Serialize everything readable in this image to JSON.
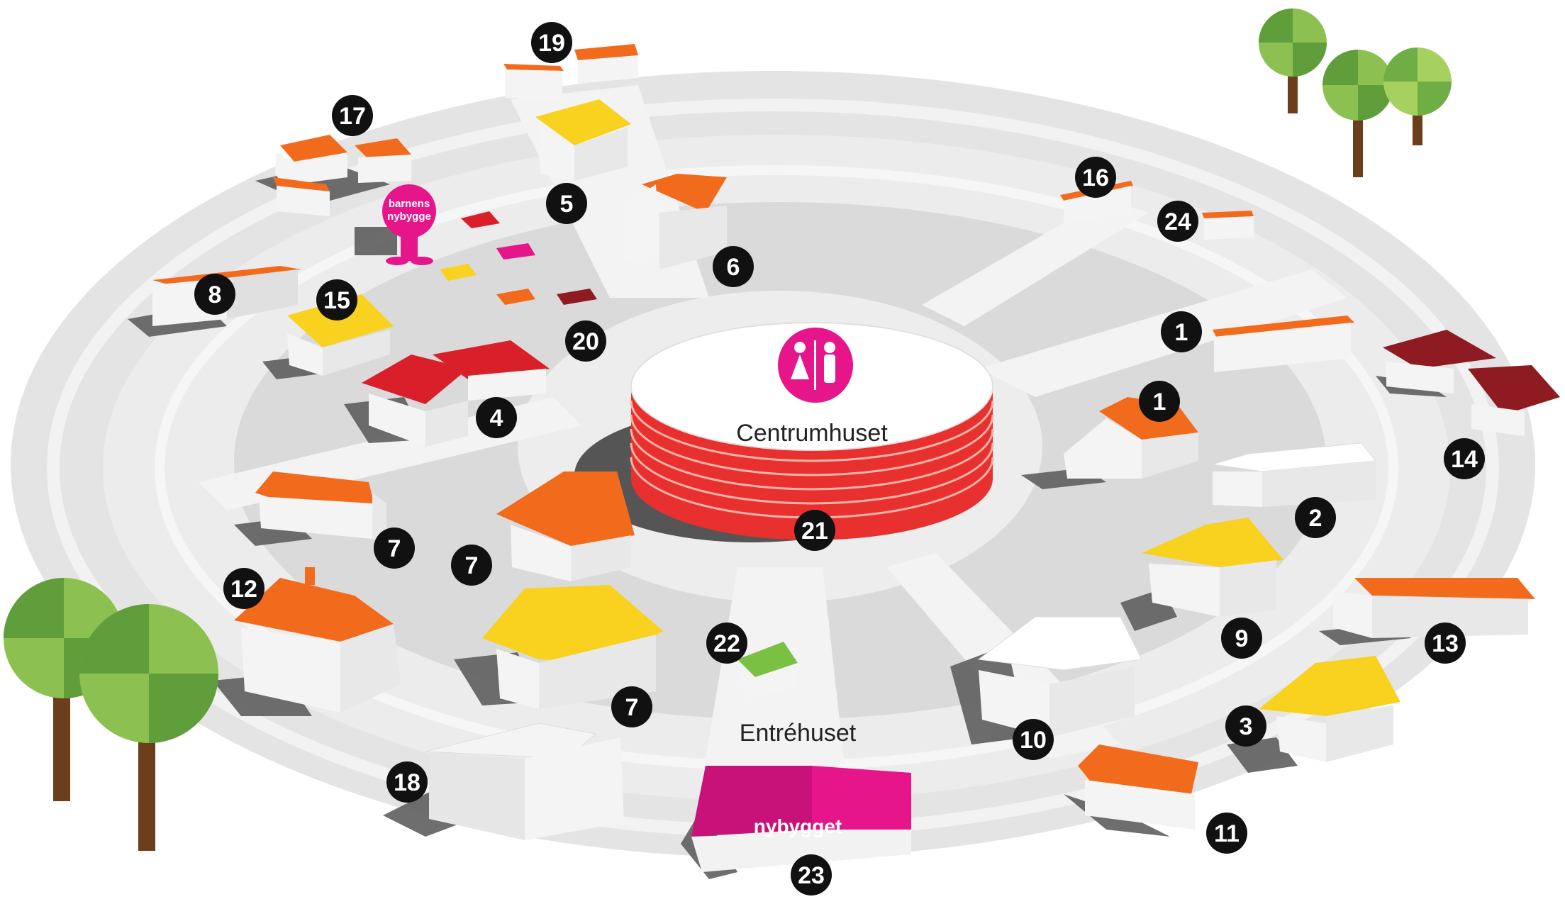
{
  "colors": {
    "ground": "#e6e6e6",
    "ring_light": "#efefef",
    "ring_dark": "#d6d6d6",
    "path_line": "#ffffff",
    "shadow": "#5e5e5e",
    "marker_fill": "#111111",
    "marker_text": "#ffffff",
    "roof_orange": "#f26b1d",
    "roof_yellow": "#f9d11f",
    "roof_red": "#d9202a",
    "roof_darkred": "#8e1b22",
    "roof_magenta": "#e6168a",
    "roof_green": "#7ac143",
    "brand_pink": "#e6168a",
    "centre_red": "#e8302e",
    "tree_light": "#8cc152",
    "tree_dark": "#5f9e3b",
    "trunk": "#6b3f1c"
  },
  "labels": {
    "centrumhuset": "Centrumhuset",
    "entrehuset": "Entréhuset",
    "nybygget_logo": "nybygget",
    "barnens_line1": "barnens",
    "barnens_line2": "nybygge"
  },
  "icons": {
    "restroom": "restroom-icon",
    "tree": "tree-icon"
  },
  "markers": [
    {
      "id": "m19",
      "label": "19"
    },
    {
      "id": "m17",
      "label": "17"
    },
    {
      "id": "m5",
      "label": "5"
    },
    {
      "id": "m6",
      "label": "6"
    },
    {
      "id": "m16",
      "label": "16"
    },
    {
      "id": "m24",
      "label": "24"
    },
    {
      "id": "m8",
      "label": "8"
    },
    {
      "id": "m15",
      "label": "15"
    },
    {
      "id": "m20",
      "label": "20"
    },
    {
      "id": "m4",
      "label": "4"
    },
    {
      "id": "m1a",
      "label": "1"
    },
    {
      "id": "m1b",
      "label": "1"
    },
    {
      "id": "m14",
      "label": "14"
    },
    {
      "id": "m2",
      "label": "2"
    },
    {
      "id": "m21",
      "label": "21"
    },
    {
      "id": "m7a",
      "label": "7"
    },
    {
      "id": "m7b",
      "label": "7"
    },
    {
      "id": "m7c",
      "label": "7"
    },
    {
      "id": "m12",
      "label": "12"
    },
    {
      "id": "m9",
      "label": "9"
    },
    {
      "id": "m13",
      "label": "13"
    },
    {
      "id": "m22",
      "label": "22"
    },
    {
      "id": "m10",
      "label": "10"
    },
    {
      "id": "m3",
      "label": "3"
    },
    {
      "id": "m18",
      "label": "18"
    },
    {
      "id": "m11",
      "label": "11"
    },
    {
      "id": "m23",
      "label": "23"
    }
  ]
}
